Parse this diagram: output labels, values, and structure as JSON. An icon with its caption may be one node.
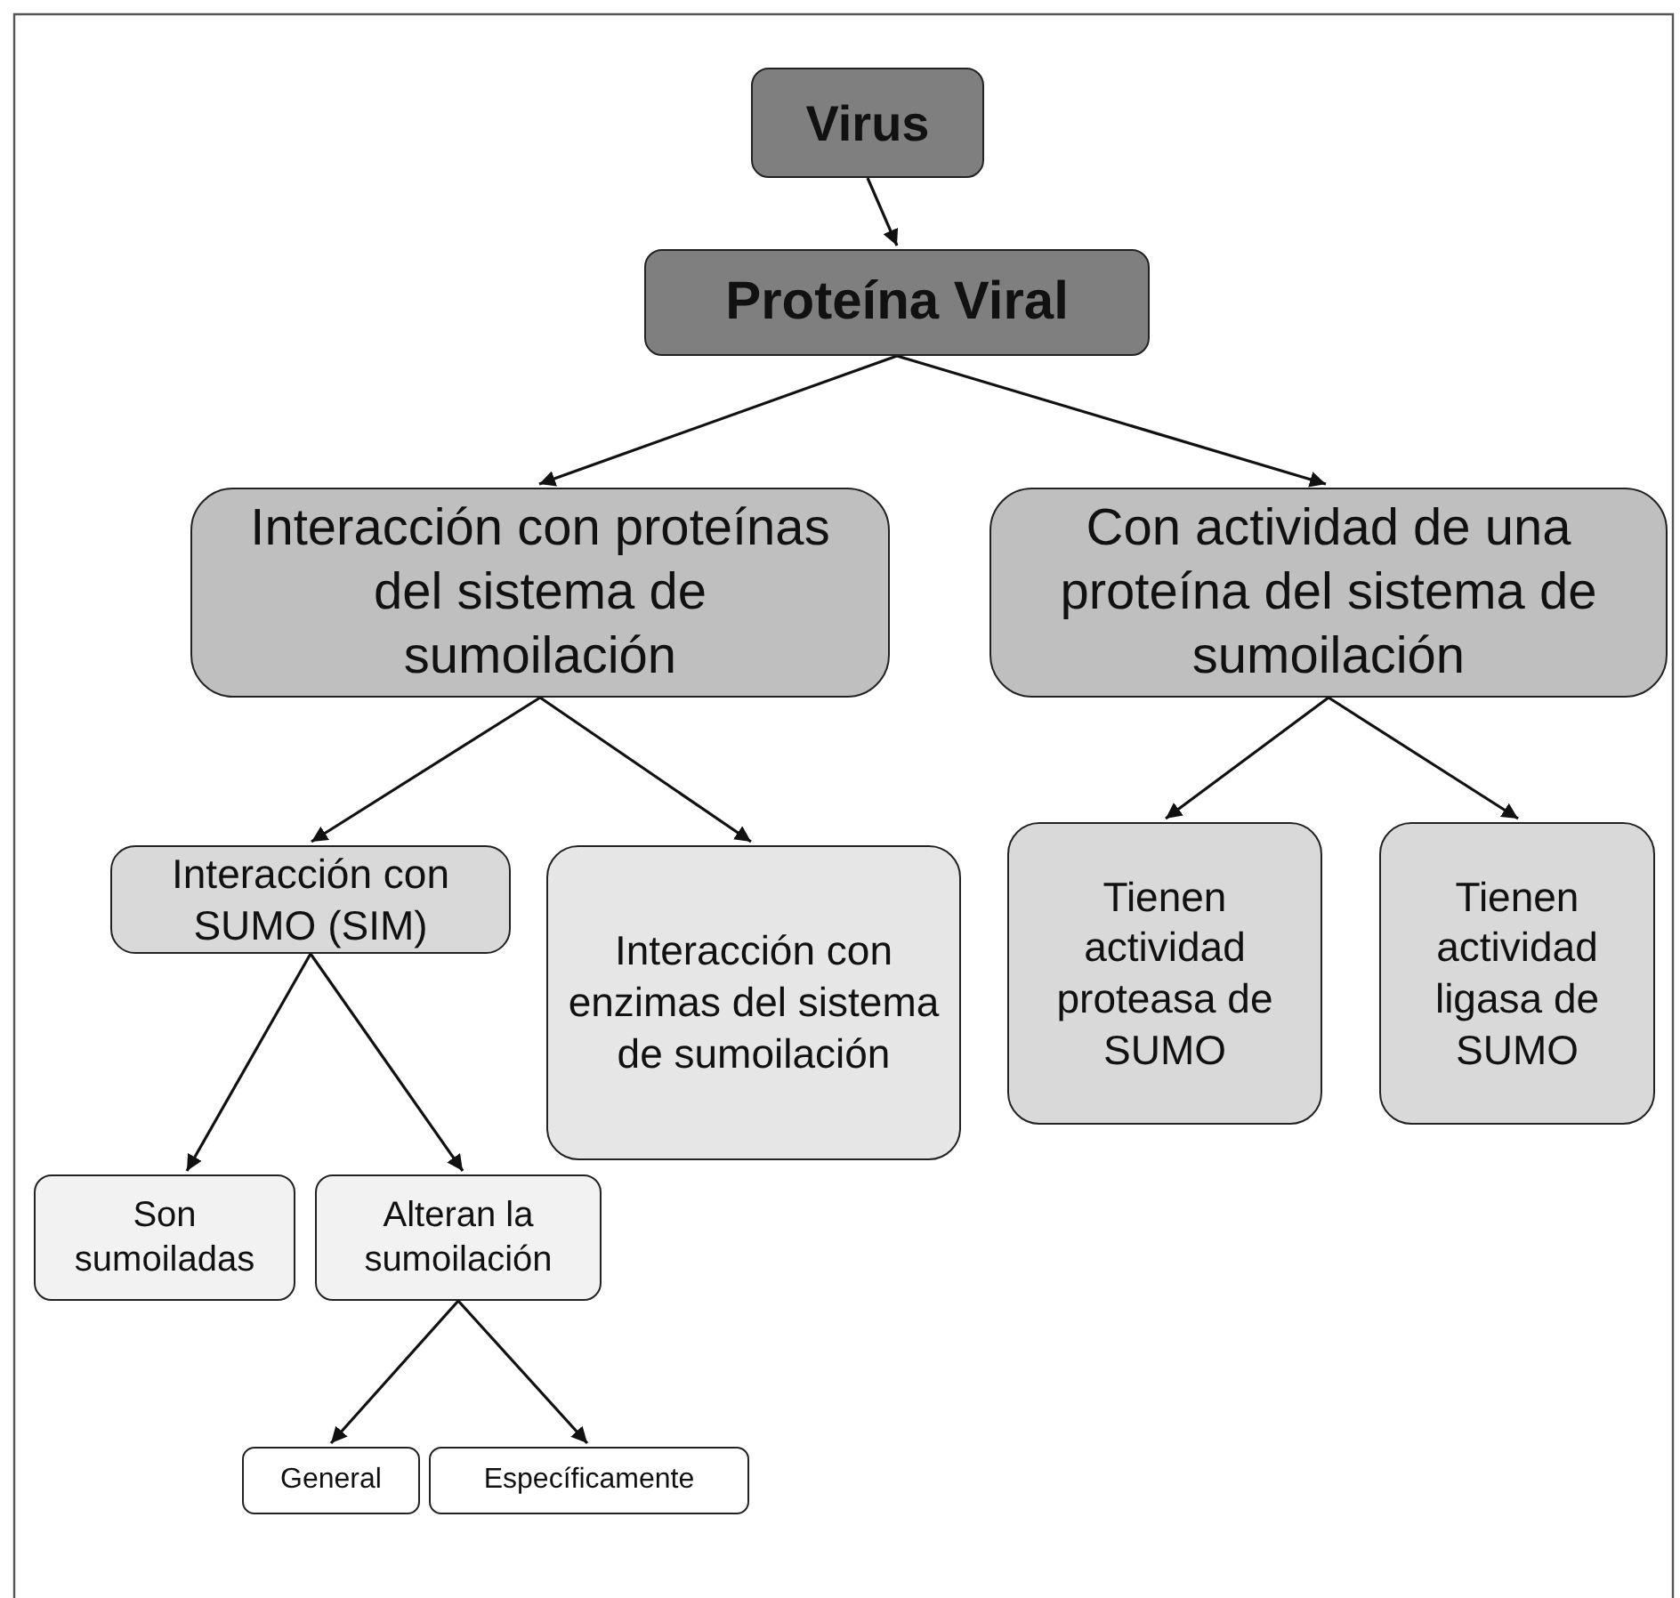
{
  "diagram": {
    "nodes": [
      {
        "text": [
          "Virus"
        ]
      },
      {
        "text": [
          "Proteína Viral"
        ]
      },
      {
        "text": [
          "Interacción con proteínas del sistema de sumoilación"
        ]
      },
      {
        "text": [
          "Con actividad de una proteína del sistema de sumoilación"
        ]
      },
      {
        "text": [
          "Interacción con SUMO (SIM)"
        ]
      },
      {
        "text": [
          "Interacción con enzimas del sistema de sumoilación"
        ]
      },
      {
        "text": [
          "Tienen actividad proteasa de SUMO"
        ]
      },
      {
        "text": [
          "Tienen actividad ligasa de SUMO"
        ]
      },
      {
        "text": [
          "Son sumoiladas"
        ]
      },
      {
        "text": [
          "Alteran la sumoilación"
        ]
      },
      {
        "text": [
          "General"
        ]
      },
      {
        "text": [
          "Específicamente"
        ]
      }
    ],
    "edges": [
      {
        "from": 0,
        "to": 1,
        "arrow": "to"
      },
      {
        "from": 1,
        "to": 2,
        "arrow": "to"
      },
      {
        "from": 1,
        "to": 3,
        "arrow": "to"
      },
      {
        "from": 2,
        "to": 4,
        "arrow": "to"
      },
      {
        "from": 2,
        "to": 5,
        "arrow": "to"
      },
      {
        "from": 3,
        "to": 6,
        "arrow": "to"
      },
      {
        "from": 3,
        "to": 7,
        "arrow": "to"
      },
      {
        "from": 4,
        "to": 8,
        "arrow": "to"
      },
      {
        "from": 4,
        "to": 9,
        "arrow": "to"
      },
      {
        "from": 9,
        "to": 10,
        "arrow": "to"
      },
      {
        "from": 9,
        "to": 11,
        "arrow": "to"
      }
    ]
  }
}
